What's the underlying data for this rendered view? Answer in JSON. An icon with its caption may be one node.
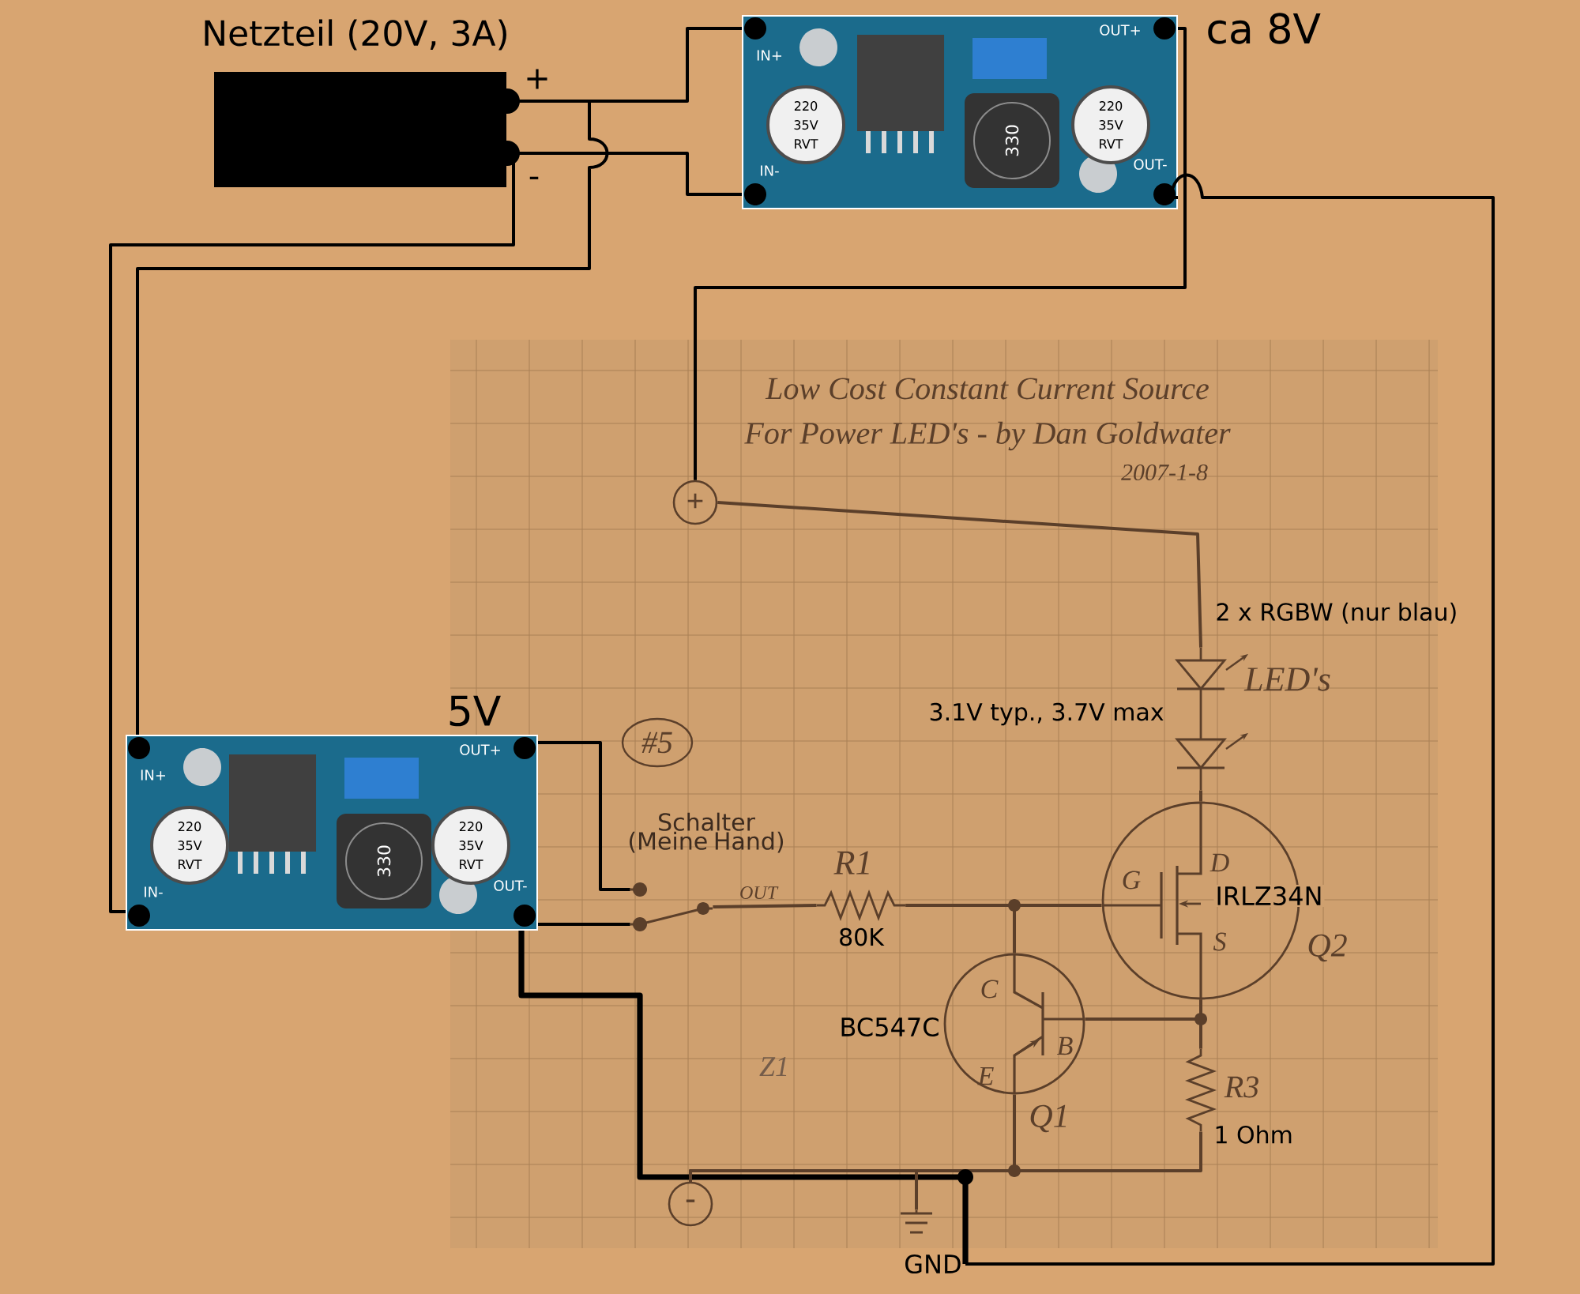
{
  "diagram": {
    "nodes": [
      {
        "text": [
          "Netzteil (20V, 3A)",
          "+",
          "-"
        ]
      },
      {
        "text": [
          "IN+",
          "IN-",
          "OUT+",
          "OUT-",
          "220 35V RVT",
          "330",
          "220 35V RVT"
        ],
        "beside": [
          "ca 8V"
        ]
      },
      {
        "text": [
          "IN+",
          "IN-",
          "OUT+",
          "OUT-",
          "220 35V RVT",
          "330",
          "220 35V RVT"
        ],
        "beside": [
          "5V"
        ]
      },
      {
        "text": [
          "+"
        ]
      },
      {
        "text": [
          "-"
        ]
      },
      {
        "text": [
          "LED's"
        ],
        "beside": [
          "2 x RGBW (nur blau)",
          "3.1V typ., 3.7V max"
        ]
      },
      {
        "text": [
          "Schalter (Meine Hand)",
          "OUT"
        ]
      },
      {
        "text": [
          "R1",
          "80K"
        ]
      },
      {
        "text": [
          "G",
          "D",
          "IRLZ34N",
          "S",
          "Q2"
        ]
      },
      {
        "text": [
          "C",
          "BC547C",
          "B",
          "E",
          "Q1"
        ]
      },
      {
        "text": [
          "R3",
          "1 Ohm"
        ]
      },
      {
        "text": [
          "GND"
        ]
      },
      {
        "text": [],
        "shape": "ground"
      }
    ],
    "edges": [
      {
        "from": 0,
        "to": 1,
        "arrow": "none",
        "color": "#000000"
      },
      {
        "from": 0,
        "to": 1,
        "arrow": "none",
        "color": "#000000"
      },
      {
        "from": 0,
        "to": 2,
        "arrow": "none",
        "color": "#000000"
      },
      {
        "from": 0,
        "to": 2,
        "arrow": "none",
        "color": "#000000"
      },
      {
        "from": 1,
        "to": 3,
        "arrow": "none",
        "color": "#000000"
      },
      {
        "from": 1,
        "to": 11,
        "arrow": "none",
        "color": "#000000"
      },
      {
        "from": 2,
        "to": 6,
        "arrow": "none",
        "color": "#000000"
      },
      {
        "from": 2,
        "to": 6,
        "arrow": "none",
        "color": "#000000"
      },
      {
        "from": 2,
        "to": 11,
        "arrow": "none",
        "style": "thick",
        "color": "#000000"
      },
      {
        "from": 3,
        "to": 5,
        "arrow": "none",
        "color": "#5b3f2a"
      },
      {
        "from": 5,
        "to": 8,
        "arrow": "none",
        "color": "#5b3f2a"
      },
      {
        "from": 6,
        "to": 7,
        "arrow": "none",
        "color": "#5b3f2a"
      },
      {
        "from": 7,
        "to": 8,
        "arrow": "none",
        "color": "#5b3f2a"
      },
      {
        "from": 7,
        "to": 9,
        "arrow": "none",
        "color": "#5b3f2a"
      },
      {
        "from": 8,
        "to": 10,
        "arrow": "none",
        "color": "#5b3f2a"
      },
      {
        "from": 8,
        "to": 9,
        "arrow": "none",
        "color": "#5b3f2a"
      },
      {
        "from": 10,
        "to": 4,
        "arrow": "none",
        "color": "#5b3f2a"
      },
      {
        "from": 9,
        "to": 4,
        "arrow": "none",
        "color": "#5b3f2a"
      },
      {
        "from": 12,
        "to": 4,
        "arrow": "none",
        "color": "#5b3f2a"
      }
    ],
    "labels": [
      "Low Cost Constant Current Source",
      "For Power LED's - by Dan Goldwater",
      "2007-1-8",
      "#5",
      "Z1"
    ]
  }
}
